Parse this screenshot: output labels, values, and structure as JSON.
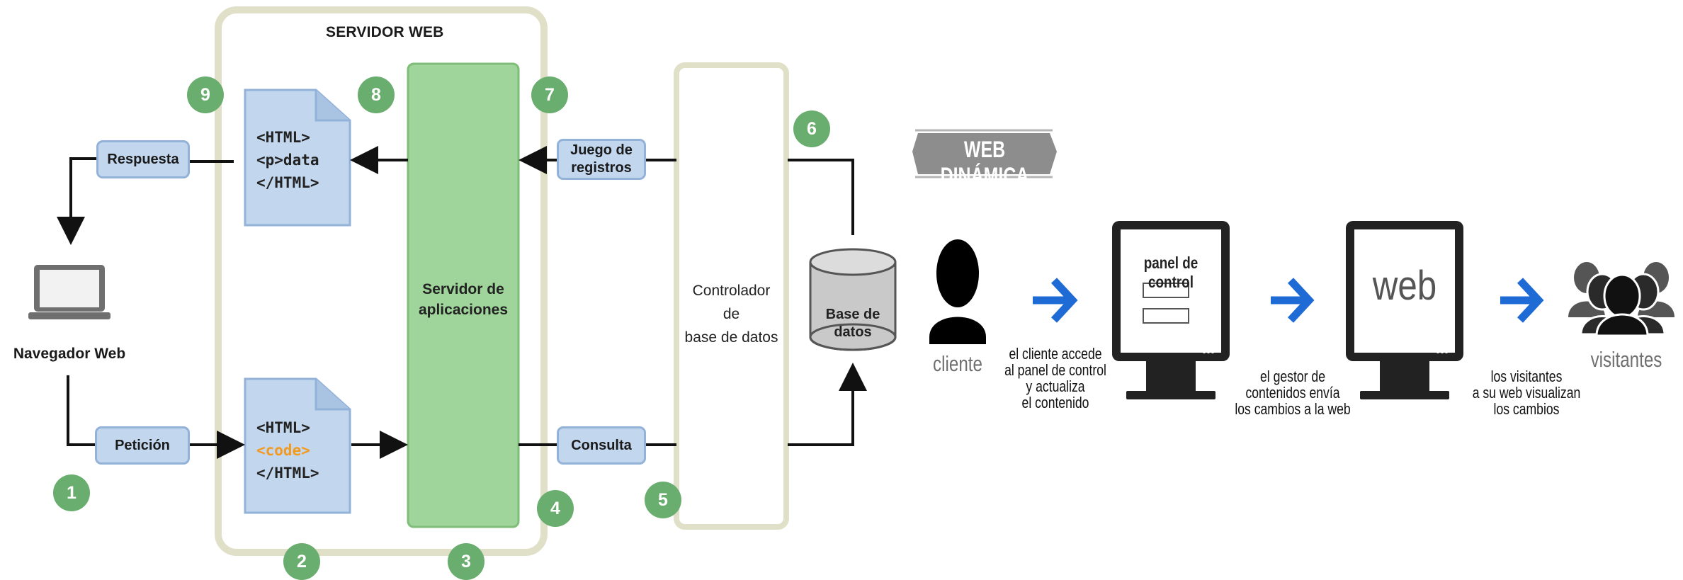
{
  "server_title": "SERVIDOR WEB",
  "browser": {
    "label": "Navegador Web"
  },
  "requests": {
    "respuesta": "Respuesta",
    "peticion": "Petición",
    "juego_line1": "Juego de",
    "juego_line2": "registros",
    "consulta": "Consulta"
  },
  "docs": {
    "top": [
      "<HTML>",
      "<p>data",
      "</HTML>"
    ],
    "bottom": [
      "<HTML>",
      "<code>",
      "</HTML>"
    ]
  },
  "app_server": {
    "line1": "Servidor de",
    "line2": "aplicaciones"
  },
  "db_controller": {
    "line1": "Controlador",
    "line2": "de",
    "line3": "base de datos"
  },
  "database": {
    "line1": "Base de",
    "line2": "datos"
  },
  "steps": [
    "1",
    "2",
    "3",
    "4",
    "5",
    "6",
    "7",
    "8",
    "9"
  ],
  "dynamic": {
    "banner": "WEB DINÁMICA",
    "client_label": "cliente",
    "visitors_label": "visitantes",
    "panel_title": "panel de control",
    "web_label": "web",
    "caption1": [
      "el cliente accede",
      "al panel de control",
      "y actualiza",
      "el contenido"
    ],
    "caption2": [
      "el gestor de",
      "contenidos envía",
      "los cambios a la web"
    ],
    "caption3": [
      "los visitantes",
      "a su web visualizan",
      "los cambios"
    ]
  },
  "colors": {
    "server_border": "#e0dfc8",
    "blue_box": "#c2d6ee",
    "blue_border": "#93b2d8",
    "green": "#9fd49a",
    "step_circle": "#6aae6f",
    "arrow_blue": "#1f6bd6",
    "code_orange": "#f39a1e"
  }
}
